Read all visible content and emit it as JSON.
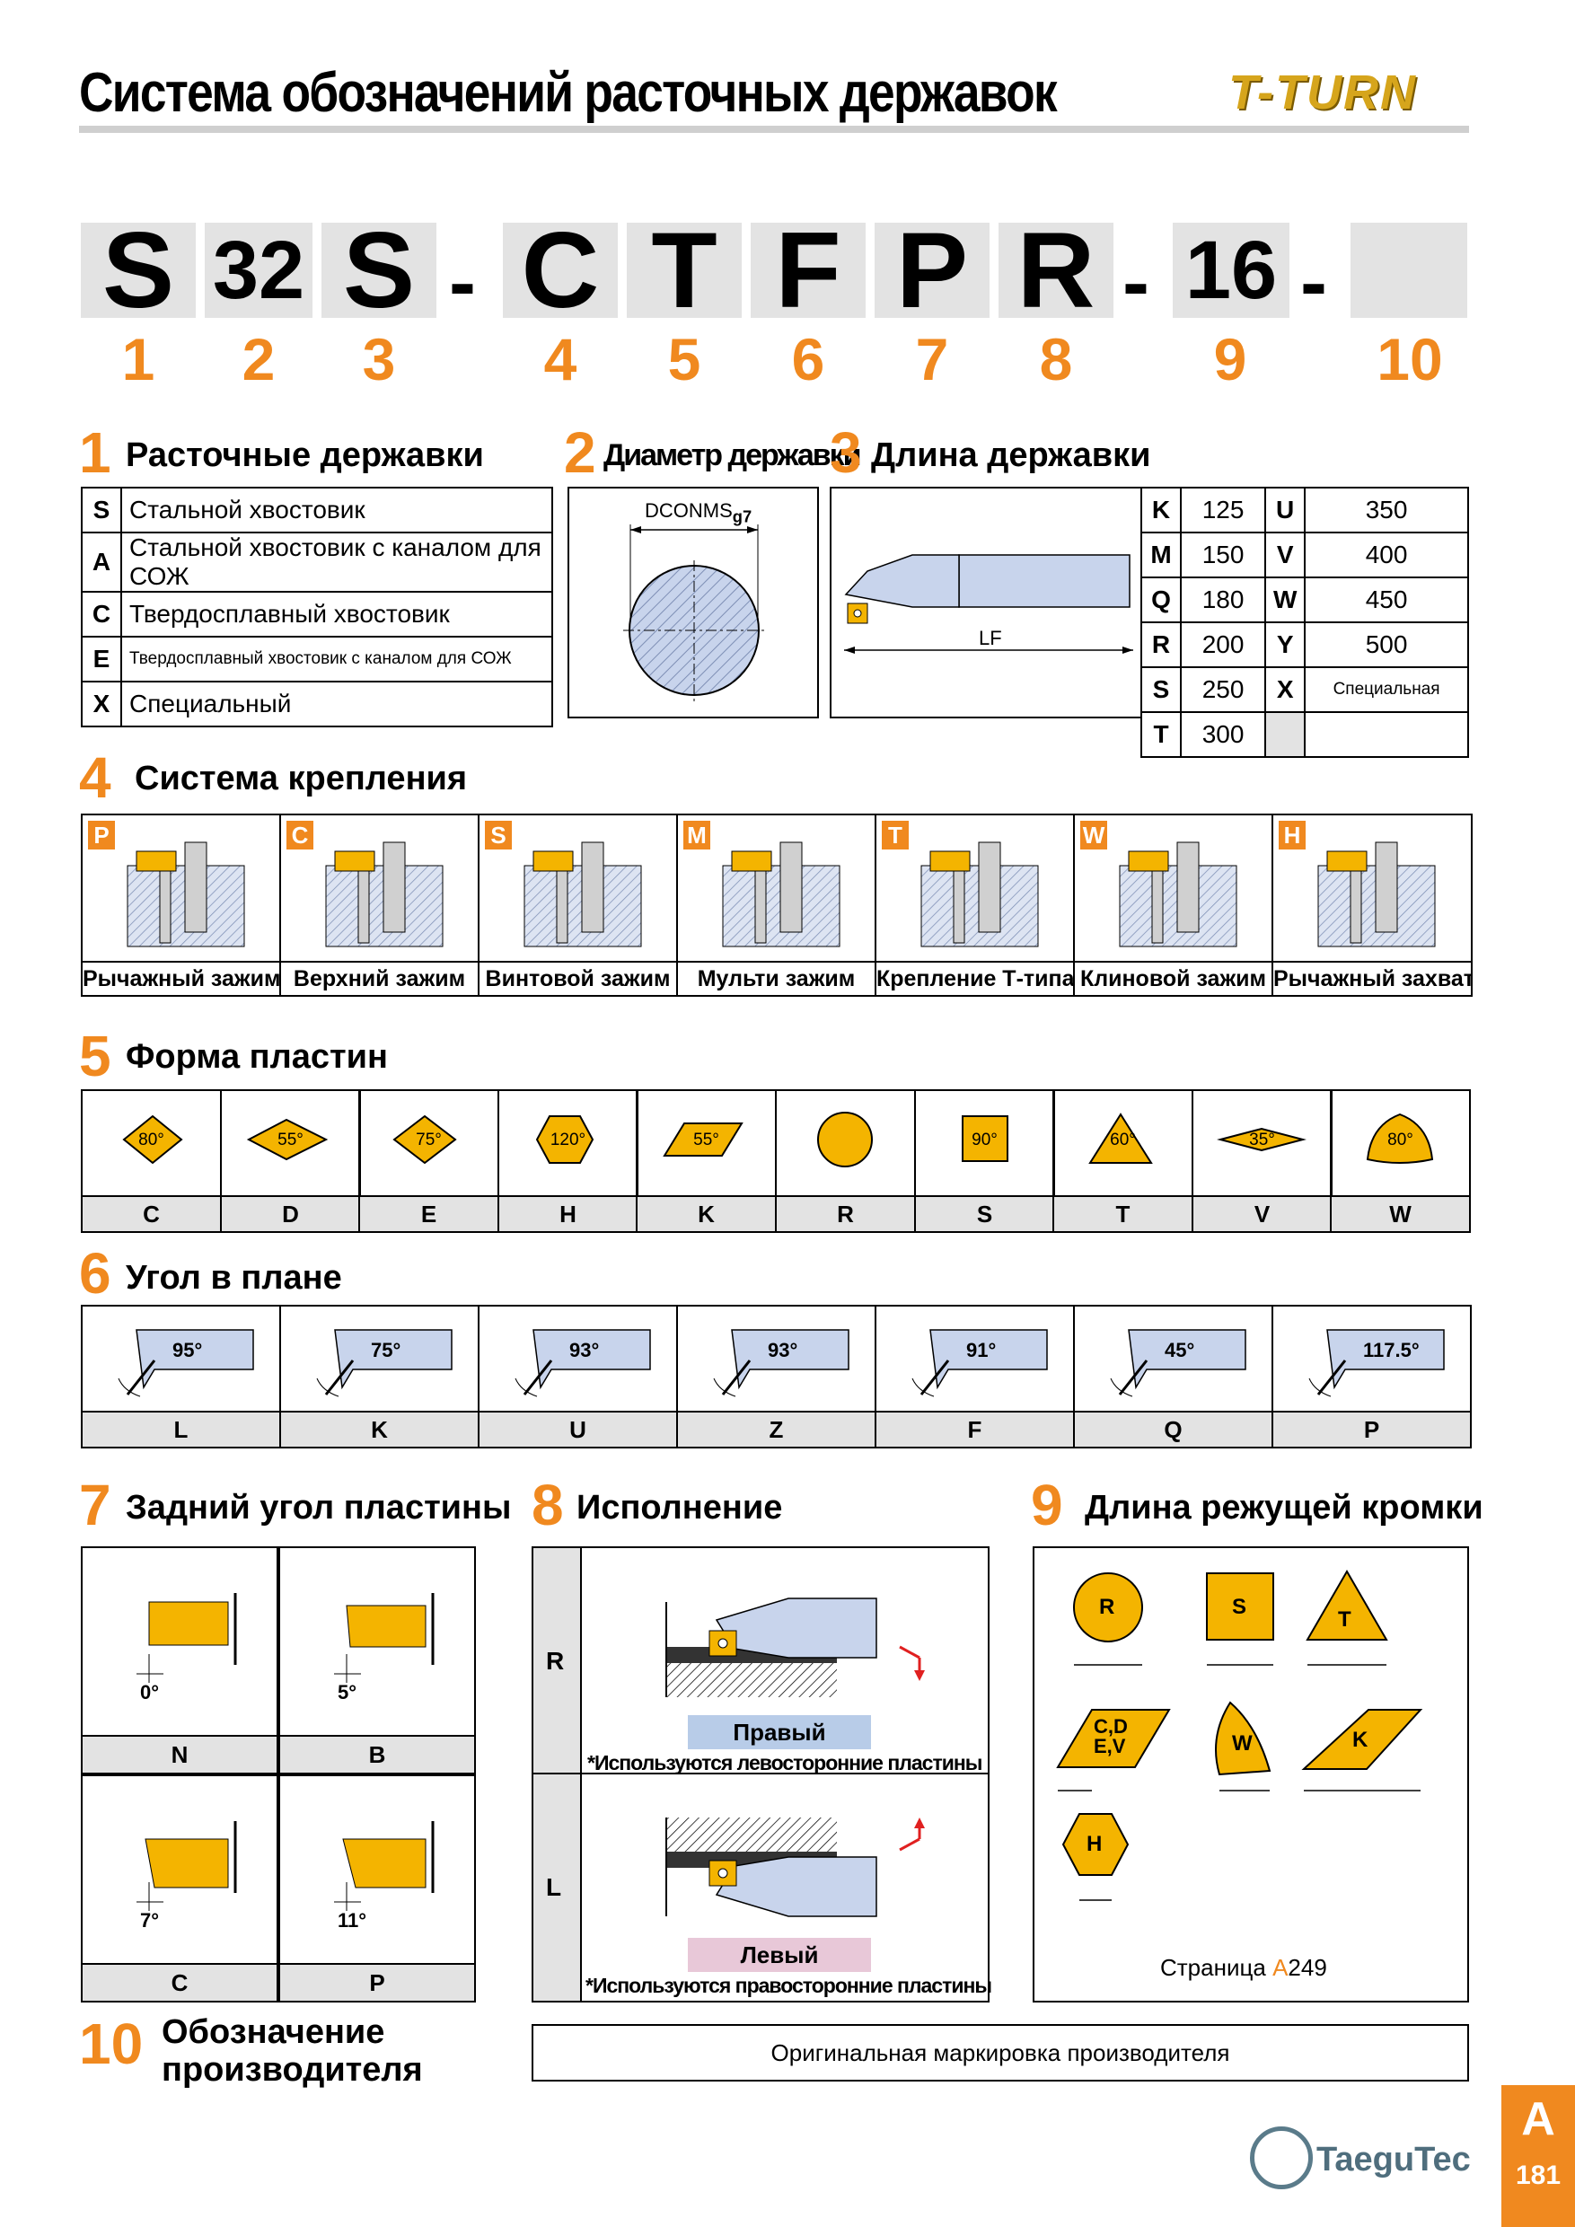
{
  "header": {
    "title": "Система обозначений расточных державок",
    "logo": "T-TURN"
  },
  "code": {
    "chars": [
      "S",
      "32",
      "S",
      "-",
      "C",
      "T",
      "F",
      "P",
      "R",
      "-",
      "16",
      "-",
      ""
    ],
    "positions": [
      "1",
      "2",
      "3",
      "4",
      "5",
      "6",
      "7",
      "8",
      "9",
      "10"
    ]
  },
  "sec1": {
    "num": "1",
    "title": "Расточные державки",
    "rows": [
      {
        "k": "S",
        "v": "Стальной хвостовик"
      },
      {
        "k": "A",
        "v": "Стальной хвостовик с каналом для СОЖ"
      },
      {
        "k": "C",
        "v": "Твердосплавный хвостовик"
      },
      {
        "k": "E",
        "v": "Твердосплавный хвостовик с каналом для СОЖ"
      },
      {
        "k": "X",
        "v": "Специальный"
      }
    ]
  },
  "sec2": {
    "num": "2",
    "title": "Диаметр державки",
    "dim_label": "DCONMS",
    "dim_sub": "g7"
  },
  "sec3": {
    "num": "3",
    "title": "Длина державки",
    "dim_label": "LF",
    "rows": [
      {
        "k1": "K",
        "v1": "125",
        "k2": "U",
        "v2": "350"
      },
      {
        "k1": "M",
        "v1": "150",
        "k2": "V",
        "v2": "400"
      },
      {
        "k1": "Q",
        "v1": "180",
        "k2": "W",
        "v2": "450"
      },
      {
        "k1": "R",
        "v1": "200",
        "k2": "Y",
        "v2": "500"
      },
      {
        "k1": "S",
        "v1": "250",
        "k2": "X",
        "v2": "Специальная"
      },
      {
        "k1": "T",
        "v1": "300",
        "k2": "",
        "v2": ""
      }
    ]
  },
  "sec4": {
    "num": "4",
    "title": "Система крепления",
    "items": [
      {
        "tag": "P",
        "label": "Рычажный зажим"
      },
      {
        "tag": "C",
        "label": "Верхний зажим"
      },
      {
        "tag": "S",
        "label": "Винтовой зажим"
      },
      {
        "tag": "M",
        "label": "Мульти зажим"
      },
      {
        "tag": "T",
        "label": "Крепление Т-типа"
      },
      {
        "tag": "W",
        "label": "Клиновой зажим"
      },
      {
        "tag": "H",
        "label": "Рычажный захват"
      }
    ]
  },
  "sec5": {
    "num": "5",
    "title": "Форма пластин",
    "items": [
      {
        "code": "C",
        "angle": "80°"
      },
      {
        "code": "D",
        "angle": "55°"
      },
      {
        "code": "E",
        "angle": "75°"
      },
      {
        "code": "H",
        "angle": "120°"
      },
      {
        "code": "K",
        "angle": "55°"
      },
      {
        "code": "R",
        "angle": ""
      },
      {
        "code": "S",
        "angle": "90°"
      },
      {
        "code": "T",
        "angle": "60°"
      },
      {
        "code": "V",
        "angle": "35°"
      },
      {
        "code": "W",
        "angle": "80°"
      }
    ]
  },
  "sec6": {
    "num": "6",
    "title": "Угол в плане",
    "items": [
      {
        "code": "L",
        "angle": "95°"
      },
      {
        "code": "K",
        "angle": "75°"
      },
      {
        "code": "U",
        "angle": "93°"
      },
      {
        "code": "Z",
        "angle": "93°"
      },
      {
        "code": "F",
        "angle": "91°"
      },
      {
        "code": "Q",
        "angle": "45°"
      },
      {
        "code": "P",
        "angle": "117.5°"
      }
    ]
  },
  "sec7": {
    "num": "7",
    "title": "Задний угол пластины",
    "items": [
      {
        "code": "N",
        "angle": "0°"
      },
      {
        "code": "B",
        "angle": "5°"
      },
      {
        "code": "C",
        "angle": "7°"
      },
      {
        "code": "P",
        "angle": "11°"
      }
    ]
  },
  "sec8": {
    "num": "8",
    "title": "Исполнение",
    "rows": [
      {
        "k": "R",
        "label": "Правый",
        "note": "*Используются левосторонние пластины"
      },
      {
        "k": "L",
        "label": "Левый",
        "note": "*Используются правосторонние пластины"
      }
    ]
  },
  "sec9": {
    "num": "9",
    "title": "Длина режущей кромки",
    "shapes": [
      "R",
      "S",
      "T",
      "C,D",
      "E,V",
      "W",
      "K",
      "H"
    ],
    "page_prefix": "Страница ",
    "page_ref_letter": "A",
    "page_ref_num": "249"
  },
  "sec10": {
    "num": "10",
    "title_line1": "Обозначение",
    "title_line2": "производителя",
    "box_text": "Оригинальная маркировка производителя"
  },
  "footer": {
    "brand": "TaeguTec",
    "tab_letter": "A",
    "page": "181"
  },
  "colors": {
    "accent": "#f0891f",
    "insert": "#f4b400",
    "gray": "#e3e3e3",
    "blue_fill": "#c8d4ec"
  }
}
